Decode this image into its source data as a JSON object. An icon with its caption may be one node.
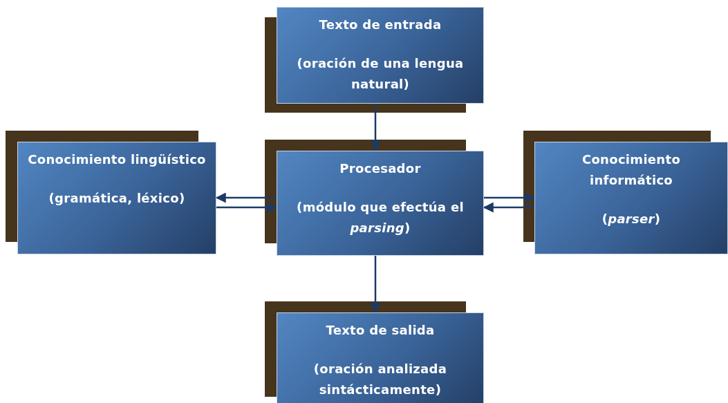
{
  "diagram": {
    "nodes": [
      {
        "text": [
          "Texto de entrada",
          "(oración de una lengua natural)"
        ]
      },
      {
        "text": [
          "Conocimiento lingüístico",
          "(gramática, léxico)"
        ]
      },
      {
        "text": [
          "Procesador",
          "(módulo que efectúa el *parsing*)"
        ]
      },
      {
        "text": [
          "Conocimiento informático",
          "(*parser*)"
        ]
      },
      {
        "text": [
          "Texto de salida",
          "(oración analizada sintácticamente)"
        ]
      }
    ],
    "edges": [
      {
        "from": 0,
        "to": 2,
        "arrow": "to"
      },
      {
        "from": 2,
        "to": 1,
        "arrow": "to"
      },
      {
        "from": 1,
        "to": 2,
        "arrow": "to"
      },
      {
        "from": 2,
        "to": 3,
        "arrow": "to"
      },
      {
        "from": 3,
        "to": 2,
        "arrow": "to"
      },
      {
        "from": 2,
        "to": 4,
        "arrow": "to"
      }
    ]
  }
}
